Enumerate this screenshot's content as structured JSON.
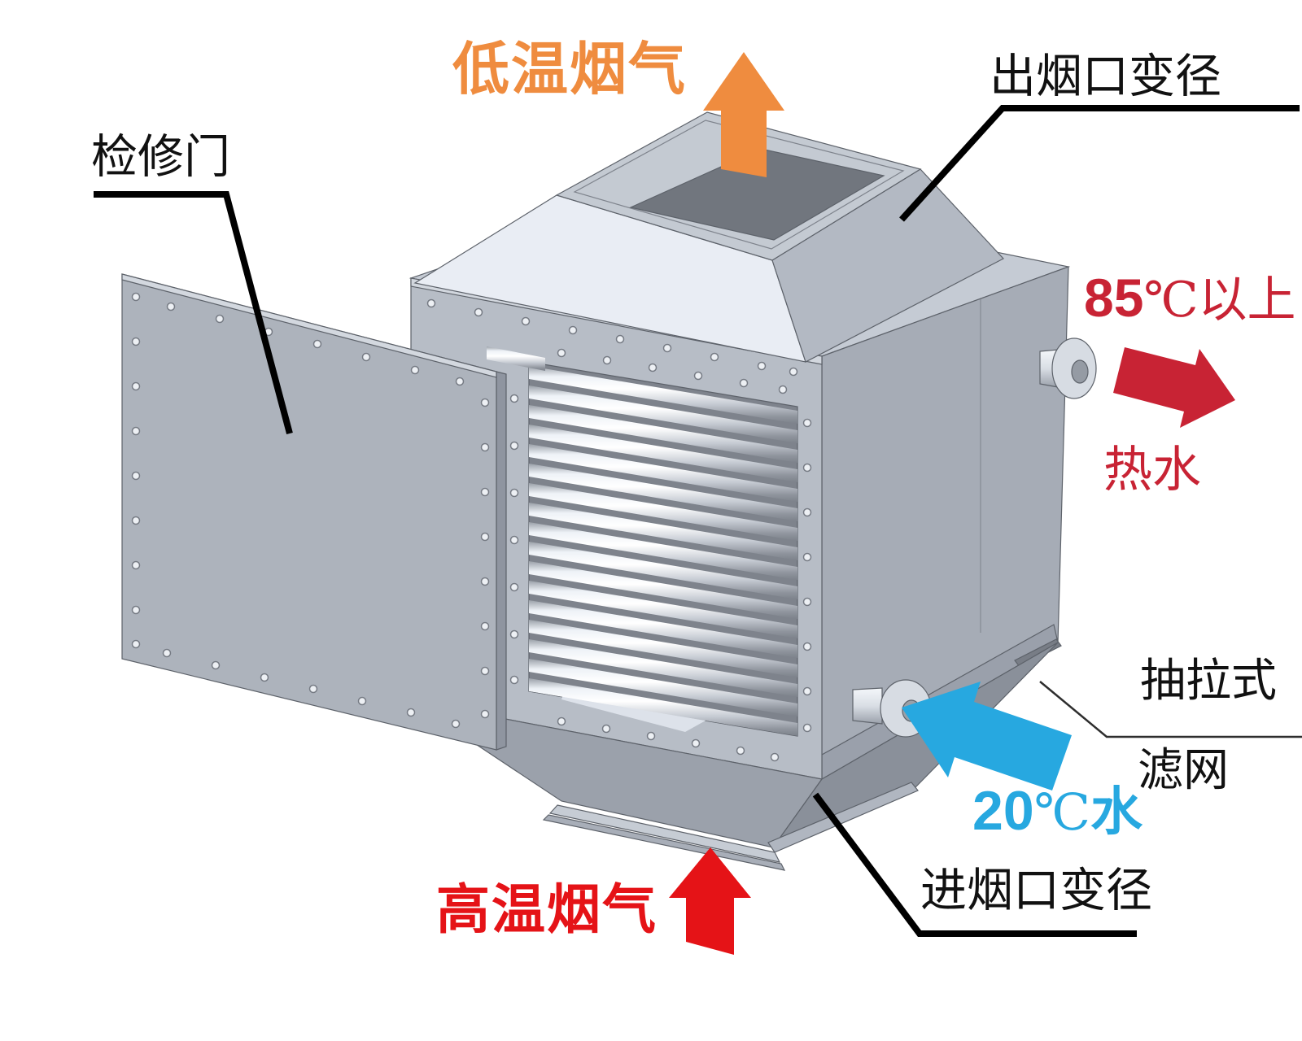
{
  "labels": {
    "low_temp_flue_gas": "低温烟气",
    "smoke_outlet_reducer": "出烟口变径",
    "inspection_door": "检修门",
    "hot_water_temp_value": "85",
    "hot_water_temp_suffix": "℃以上",
    "hot_water": "热水",
    "cold_water_value": "20",
    "cold_water_unit": "℃",
    "cold_water_word": "水",
    "pull_out": "抽拉式",
    "filter_screen": "滤网",
    "smoke_inlet_reducer": "进烟口变径",
    "high_temp_flue_gas": "高温烟气"
  },
  "colors": {
    "low_temp_arrow_orange": "#EF8C3F",
    "high_temp_arrow_red": "#E51317",
    "hot_water_crimson": "#C82334",
    "cold_water_blue": "#27A8E0",
    "leader_line_ink": "#000000"
  }
}
